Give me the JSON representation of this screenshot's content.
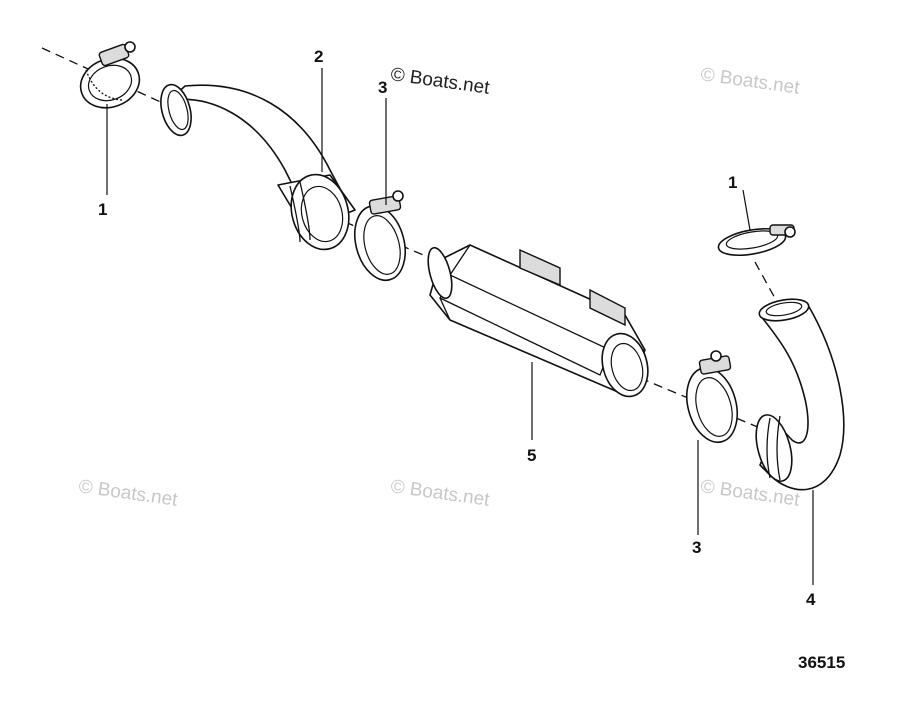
{
  "diagram": {
    "figure_number": "36515",
    "callouts": {
      "clamp_top_left": "1",
      "hose_left": "2",
      "clamp_mid_left": "3",
      "clamp_top_right": "1",
      "cooler": "5",
      "clamp_bottom_right": "3",
      "elbow_hose": "4"
    },
    "watermarks": {
      "main": "© Boats.net",
      "top_right": "© Boats.net",
      "bottom_left": "© Boats.net",
      "bottom_center": "© Boats.net",
      "bottom_right": "© Boats.net"
    }
  }
}
